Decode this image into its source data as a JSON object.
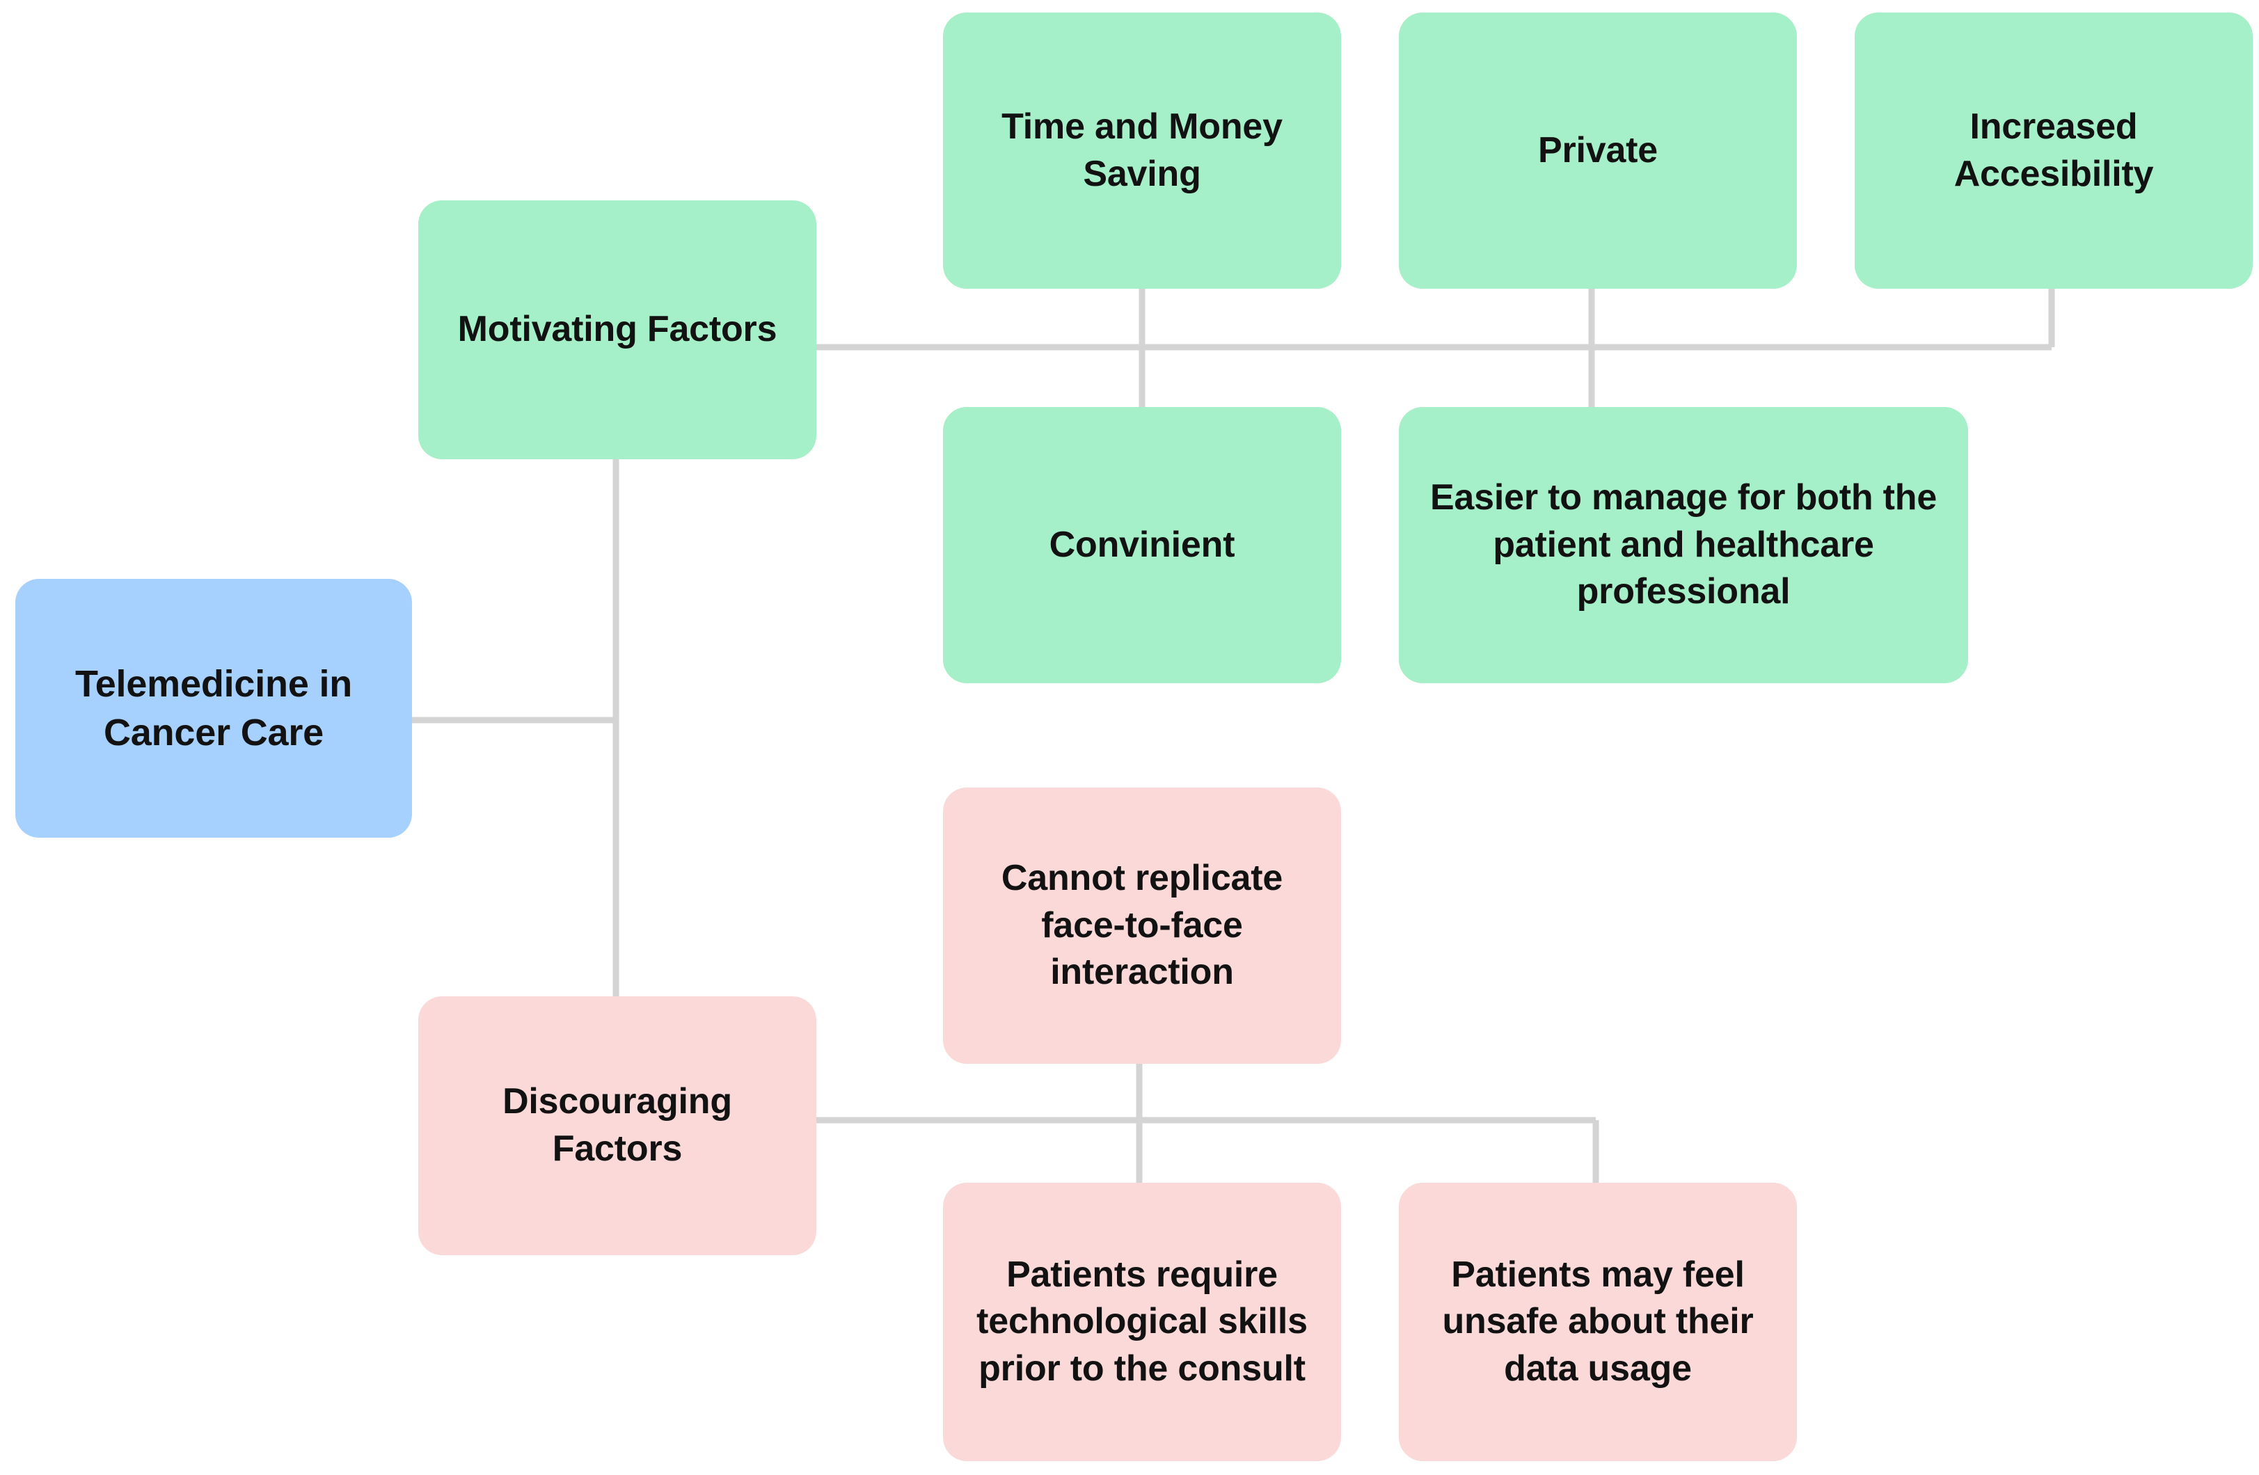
{
  "diagram": {
    "type": "mind-map",
    "title_node": "Telemedicine in Cancer Care",
    "colors": {
      "root": "#a6d0fd",
      "motivating": "#a5f0c8",
      "discouraging": "#fbd9d9",
      "connector": "#d4d4d4",
      "text": "#121212",
      "background": "#ffffff"
    },
    "nodes": {
      "root": {
        "label": "Telemedicine in Cancer Care",
        "color_key": "root"
      },
      "motivating": {
        "label": "Motivating Factors",
        "color_key": "motivating"
      },
      "discouraging": {
        "label": "Discouraging Factors",
        "color_key": "discouraging"
      },
      "time_money": {
        "label": "Time and Money Saving",
        "color_key": "motivating"
      },
      "private": {
        "label": "Private",
        "color_key": "motivating"
      },
      "accessibility": {
        "label": "Increased Accesibility",
        "color_key": "motivating"
      },
      "convenient": {
        "label": "Convinient",
        "color_key": "motivating"
      },
      "easier_manage": {
        "label": "Easier to manage for both the patient and healthcare professional",
        "color_key": "motivating"
      },
      "no_face": {
        "label": "Cannot replicate face-to-face interaction",
        "color_key": "discouraging"
      },
      "tech_skills": {
        "label": "Patients require technological skills prior to the consult",
        "color_key": "discouraging"
      },
      "data_unsafe": {
        "label": "Patients may feel unsafe about their data usage",
        "color_key": "discouraging"
      }
    },
    "edges": [
      {
        "from": "root",
        "to": "motivating"
      },
      {
        "from": "root",
        "to": "discouraging"
      },
      {
        "from": "motivating",
        "to": "time_money"
      },
      {
        "from": "motivating",
        "to": "private"
      },
      {
        "from": "motivating",
        "to": "accessibility"
      },
      {
        "from": "motivating",
        "to": "convenient"
      },
      {
        "from": "motivating",
        "to": "easier_manage"
      },
      {
        "from": "discouraging",
        "to": "no_face"
      },
      {
        "from": "discouraging",
        "to": "tech_skills"
      },
      {
        "from": "discouraging",
        "to": "data_unsafe"
      }
    ]
  }
}
